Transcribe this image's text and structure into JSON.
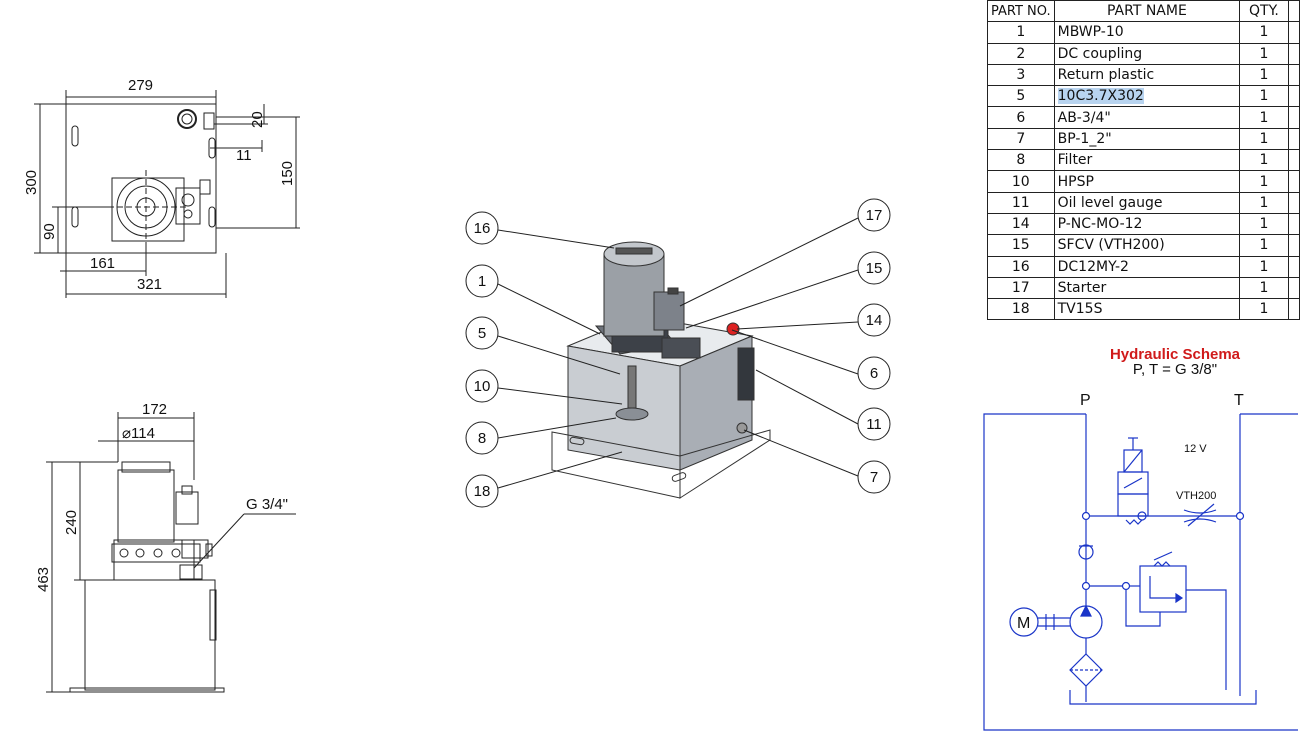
{
  "top_view": {
    "dims": {
      "width_279": "279",
      "height_300": "300",
      "d20": "20",
      "d11": "11",
      "d150": "150",
      "d90": "90",
      "d161": "161",
      "d321": "321"
    }
  },
  "side_view": {
    "dims": {
      "d172": "172",
      "d114": "⌀114",
      "d240": "240",
      "d463": "463",
      "g34": "G 3/4\""
    }
  },
  "callouts": {
    "c16": "16",
    "c1": "1",
    "c5": "5",
    "c10": "10",
    "c8": "8",
    "c18": "18",
    "c17": "17",
    "c15": "15",
    "c14": "14",
    "c6": "6",
    "c11": "11",
    "c7": "7"
  },
  "bom": {
    "headers": {
      "no": "PART NO.",
      "name": "PART NAME",
      "qty": "QTY."
    },
    "rows": [
      {
        "no": "1",
        "name": "MBWP-10",
        "qty": "1"
      },
      {
        "no": "2",
        "name": "DC coupling",
        "qty": "1"
      },
      {
        "no": "3",
        "name": "Return plastic",
        "qty": "1"
      },
      {
        "no": "5",
        "name": "10C3.7X302",
        "qty": "1"
      },
      {
        "no": "6",
        "name": "AB-3/4\"",
        "qty": "1"
      },
      {
        "no": "7",
        "name": "BP-1_2\"",
        "qty": "1"
      },
      {
        "no": "8",
        "name": "Filter",
        "qty": "1"
      },
      {
        "no": "10",
        "name": "HPSP",
        "qty": "1"
      },
      {
        "no": "11",
        "name": "Oil level gauge",
        "qty": "1"
      },
      {
        "no": "14",
        "name": "P-NC-MO-12",
        "qty": "1"
      },
      {
        "no": "15",
        "name": "SFCV (VTH200)",
        "qty": "1"
      },
      {
        "no": "16",
        "name": "DC12MY-2",
        "qty": "1"
      },
      {
        "no": "17",
        "name": "Starter",
        "qty": "1"
      },
      {
        "no": "18",
        "name": "TV15S",
        "qty": "1"
      }
    ]
  },
  "schema": {
    "title": "Hydraulic Schema",
    "subtitle": "P, T = G 3/8\"",
    "port_p": "P",
    "port_t": "T",
    "voltage": "12 V",
    "valve": "VTH200",
    "motor": "M",
    "colors": {
      "line": "#1a35c8",
      "title": "#d01a1a"
    }
  }
}
